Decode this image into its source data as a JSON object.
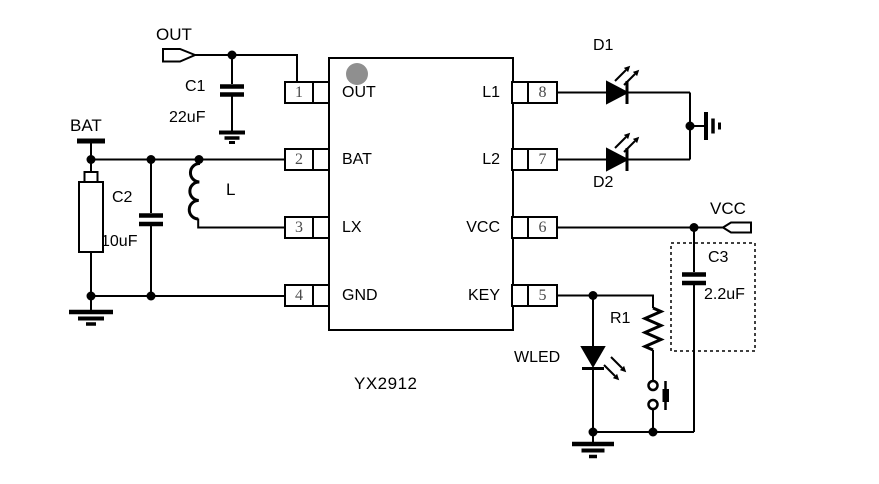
{
  "ic": {
    "name": "YX2912",
    "left_pins": [
      {
        "number": "1",
        "label": "OUT"
      },
      {
        "number": "2",
        "label": "BAT"
      },
      {
        "number": "3",
        "label": "LX"
      },
      {
        "number": "4",
        "label": "GND"
      }
    ],
    "right_pins": [
      {
        "number": "8",
        "label": "L1"
      },
      {
        "number": "7",
        "label": "L2"
      },
      {
        "number": "6",
        "label": "VCC"
      },
      {
        "number": "5",
        "label": "KEY"
      }
    ]
  },
  "terminals": {
    "out": "OUT",
    "bat": "BAT",
    "vcc": "VCC"
  },
  "components": {
    "c1": {
      "ref": "C1",
      "value": "22uF"
    },
    "c2": {
      "ref": "C2",
      "value": "10uF"
    },
    "c3": {
      "ref": "C3",
      "value": "2.2uF"
    },
    "inductor": {
      "ref": "L"
    },
    "r1": {
      "ref": "R1"
    },
    "d1": {
      "ref": "D1"
    },
    "d2": {
      "ref": "D2"
    },
    "wled": {
      "ref": "WLED"
    }
  },
  "colors": {
    "line": "#000000",
    "pin_number": "#4a4a4a",
    "pin1_dot": "#8f8f8f",
    "background": "#ffffff"
  }
}
